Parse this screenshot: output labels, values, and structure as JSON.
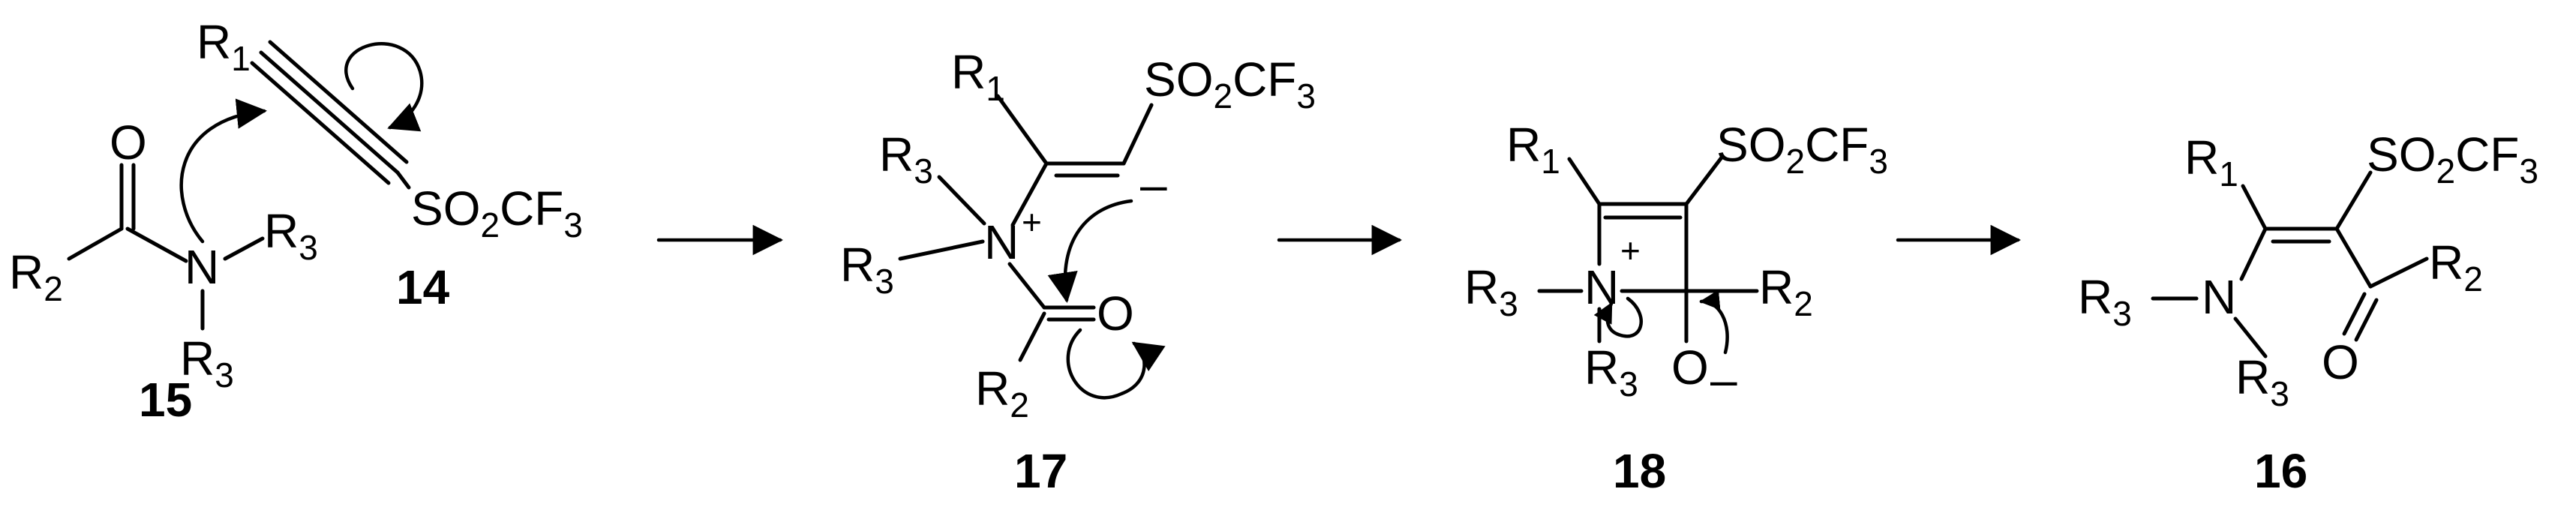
{
  "sub_R1": "1",
  "sub_R2": "2",
  "sub_R3": "3",
  "sub_O2": "2",
  "sub_F3": "3",
  "sym_R": "R",
  "sym_N": "N",
  "sym_O": "O",
  "sym_SO": "SO",
  "sym_CF": "CF",
  "charge_plus": "+",
  "charge_minus": "–",
  "label_15": "15",
  "label_14": "14",
  "label_17": "17",
  "label_18": "18",
  "label_16": "16"
}
